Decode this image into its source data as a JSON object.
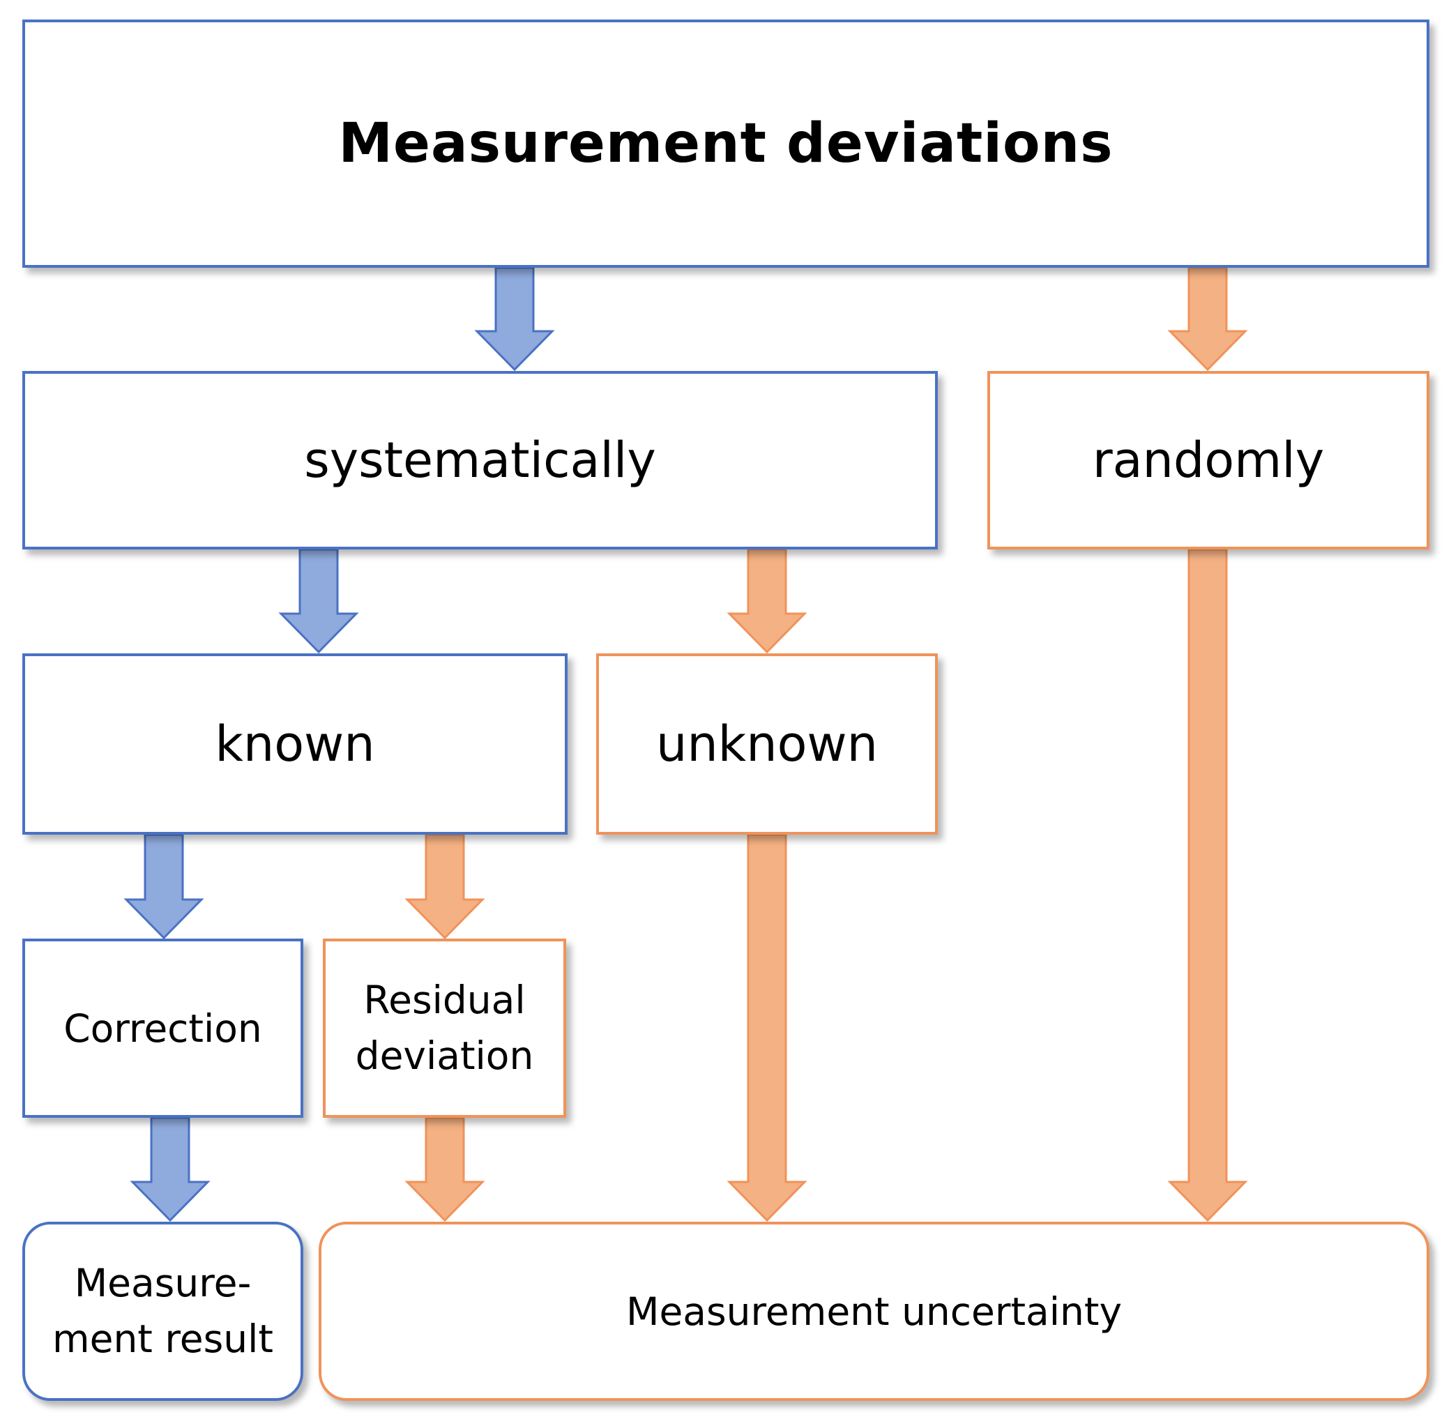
{
  "diagram": {
    "root": "Measurement deviations",
    "systematic": "systematically",
    "random": "randomly",
    "known": "known",
    "unknown": "unknown",
    "correction": "Correction",
    "residual": "Residual deviation",
    "result": "Measure-ment result",
    "uncertainty": "Measurement uncertainty"
  },
  "colors": {
    "blue_fill": "#8faadc",
    "blue_stroke": "#4a72c4",
    "orange_fill": "#f4b183",
    "orange_stroke": "#f0935a"
  }
}
